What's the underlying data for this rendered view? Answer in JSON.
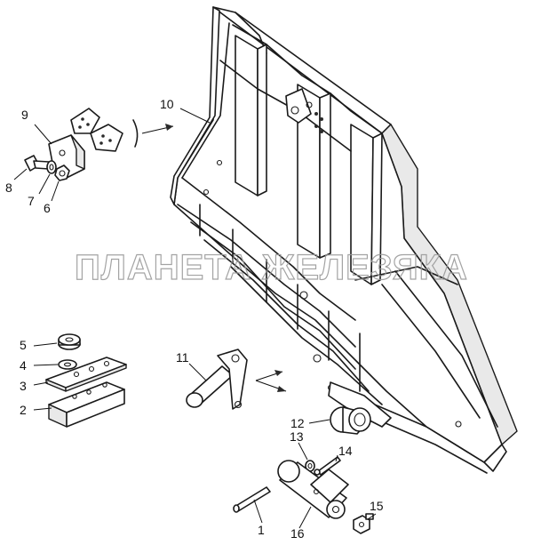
{
  "watermark": "ПЛАНЕТА ЖЕЛЕЗЯКА",
  "callouts": {
    "c1": "1",
    "c2": "2",
    "c3": "3",
    "c4": "4",
    "c5": "5",
    "c6": "6",
    "c7": "7",
    "c8": "8",
    "c9": "9",
    "c10": "10",
    "c11": "11",
    "c12": "12",
    "c13": "13",
    "c14": "14",
    "c15": "15",
    "c16": "16"
  }
}
